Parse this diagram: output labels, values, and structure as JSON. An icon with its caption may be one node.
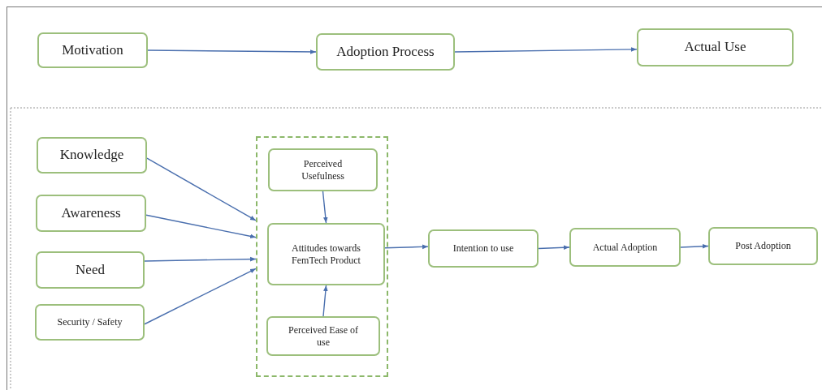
{
  "diagram": {
    "nodes": [
      {
        "text": [
          "Motivation"
        ]
      },
      {
        "text": [
          "Adoption Process"
        ]
      },
      {
        "text": [
          "Actual Use"
        ]
      },
      {
        "text": [
          "Knowledge"
        ]
      },
      {
        "text": [
          "Awareness"
        ]
      },
      {
        "text": [
          "Need"
        ]
      },
      {
        "text": [
          "Security / Safety"
        ]
      },
      {
        "text": [],
        "shape": "box"
      },
      {
        "text": [
          "Perceived Usefulness"
        ],
        "in": 7
      },
      {
        "text": [
          "Attitudes towards FemTech Product"
        ],
        "in": 7
      },
      {
        "text": [
          "Perceived Ease of use"
        ],
        "in": 7
      },
      {
        "text": [
          "Intention to use"
        ]
      },
      {
        "text": [
          "Actual Adoption"
        ]
      },
      {
        "text": [
          "Post Adoption"
        ]
      }
    ],
    "edges": [
      {
        "from": 0,
        "to": 1,
        "arrow": "to"
      },
      {
        "from": 1,
        "to": 2,
        "arrow": "to"
      },
      {
        "from": 3,
        "to": 7,
        "arrow": "to"
      },
      {
        "from": 4,
        "to": 7,
        "arrow": "to"
      },
      {
        "from": 5,
        "to": 7,
        "arrow": "to"
      },
      {
        "from": 6,
        "to": 7,
        "arrow": "to"
      },
      {
        "from": 8,
        "to": 9,
        "arrow": "to"
      },
      {
        "from": 10,
        "to": 9,
        "arrow": "to"
      },
      {
        "from": 9,
        "to": 11,
        "arrow": "to"
      },
      {
        "from": 11,
        "to": 12,
        "arrow": "to"
      },
      {
        "from": 12,
        "to": 13,
        "arrow": "to"
      }
    ]
  }
}
